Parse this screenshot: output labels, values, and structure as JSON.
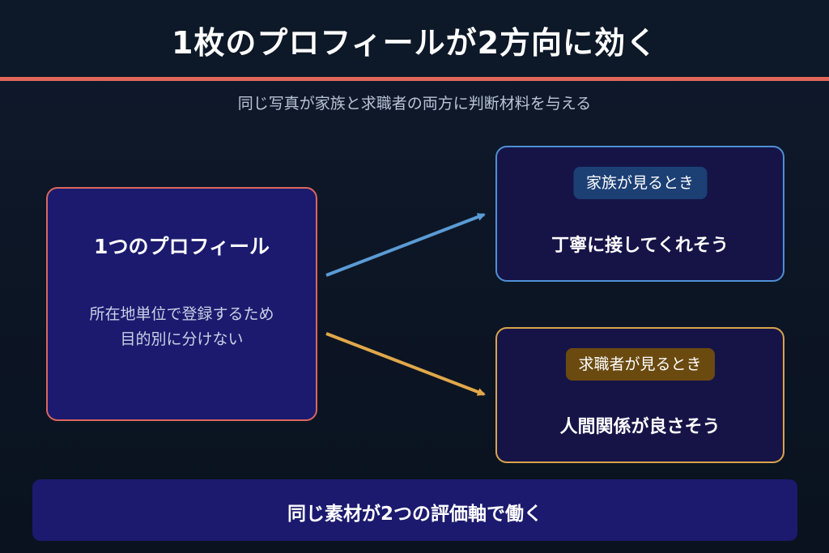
{
  "title": "1枚のプロフィールが2方向に効く",
  "subtitle": "同じ写真が家族と求職者の両方に判断材料を与える",
  "source": {
    "title": "1つのプロフィール",
    "desc_line1": "所在地単位で登録するため",
    "desc_line2": "目的別に分けない"
  },
  "targets": [
    {
      "label": "家族が見るとき",
      "text": "丁寧に接してくれそう"
    },
    {
      "label": "求職者が見るとき",
      "text": "人間関係が良さそう"
    }
  ],
  "footer": "同じ素材が2つの評価軸で働く",
  "colors": {
    "accent_red": "#e0675a",
    "family_blue": "#5b9bd5",
    "job_gold": "#e0a84a",
    "box_navy": "#1b1a6e"
  }
}
